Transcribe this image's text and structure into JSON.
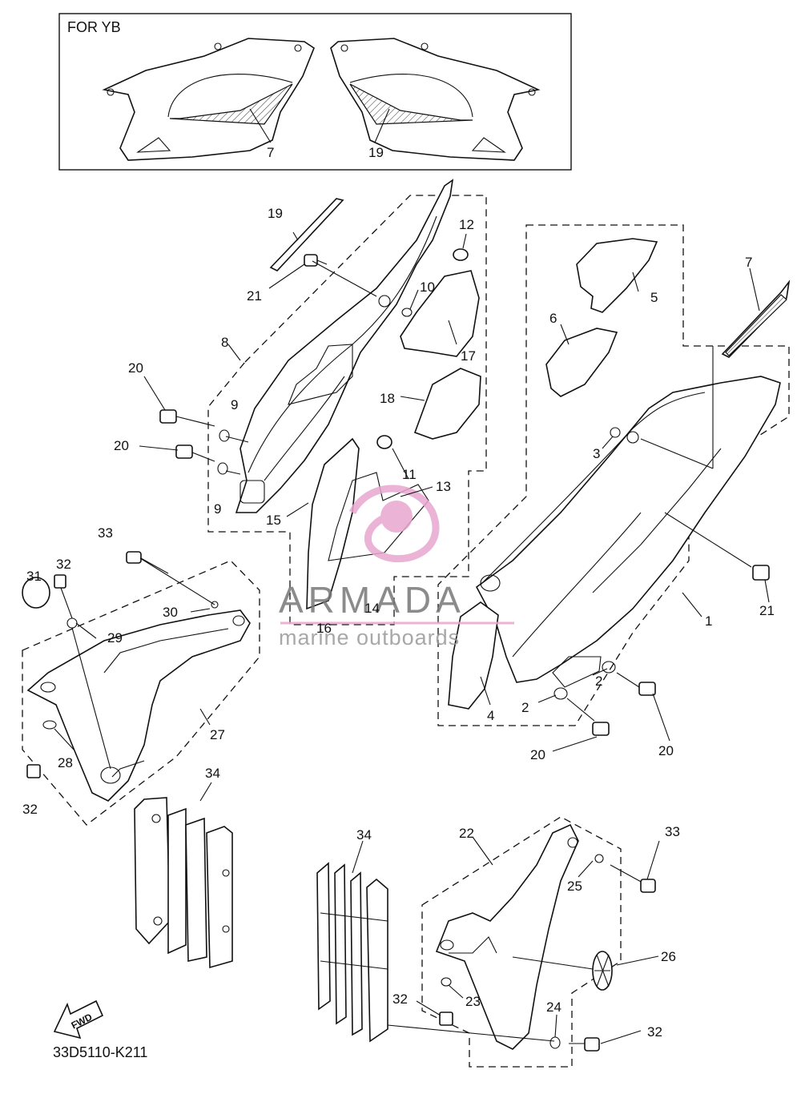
{
  "inset": {
    "title": "FOR YB",
    "labels": [
      "7",
      "19"
    ]
  },
  "diagram_code": "33D5110-K211",
  "fwd_label": "FWD",
  "watermark": {
    "brand": "ARMADA",
    "tagline": "marine outboards",
    "color": "#e8a6cf"
  },
  "callouts": {
    "c1": "1",
    "c2a": "2",
    "c2b": "2",
    "c3": "3",
    "c4": "4",
    "c5": "5",
    "c6": "6",
    "c7": "7",
    "c8": "8",
    "c9a": "9",
    "c9b": "9",
    "c10": "10",
    "c11": "11",
    "c12": "12",
    "c13": "13",
    "c14": "14",
    "c15": "15",
    "c16": "16",
    "c17": "17",
    "c18": "18",
    "c19": "19",
    "c20a": "20",
    "c20b": "20",
    "c20c": "20",
    "c20d": "20",
    "c21a": "21",
    "c21b": "21",
    "c22": "22",
    "c23": "23",
    "c24": "24",
    "c25": "25",
    "c26": "26",
    "c27": "27",
    "c28": "28",
    "c29": "29",
    "c30": "30",
    "c31": "31",
    "c32a": "32",
    "c32b": "32",
    "c32c": "32",
    "c32d": "32",
    "c33a": "33",
    "c33b": "33",
    "c34a": "34",
    "c34b": "34"
  }
}
